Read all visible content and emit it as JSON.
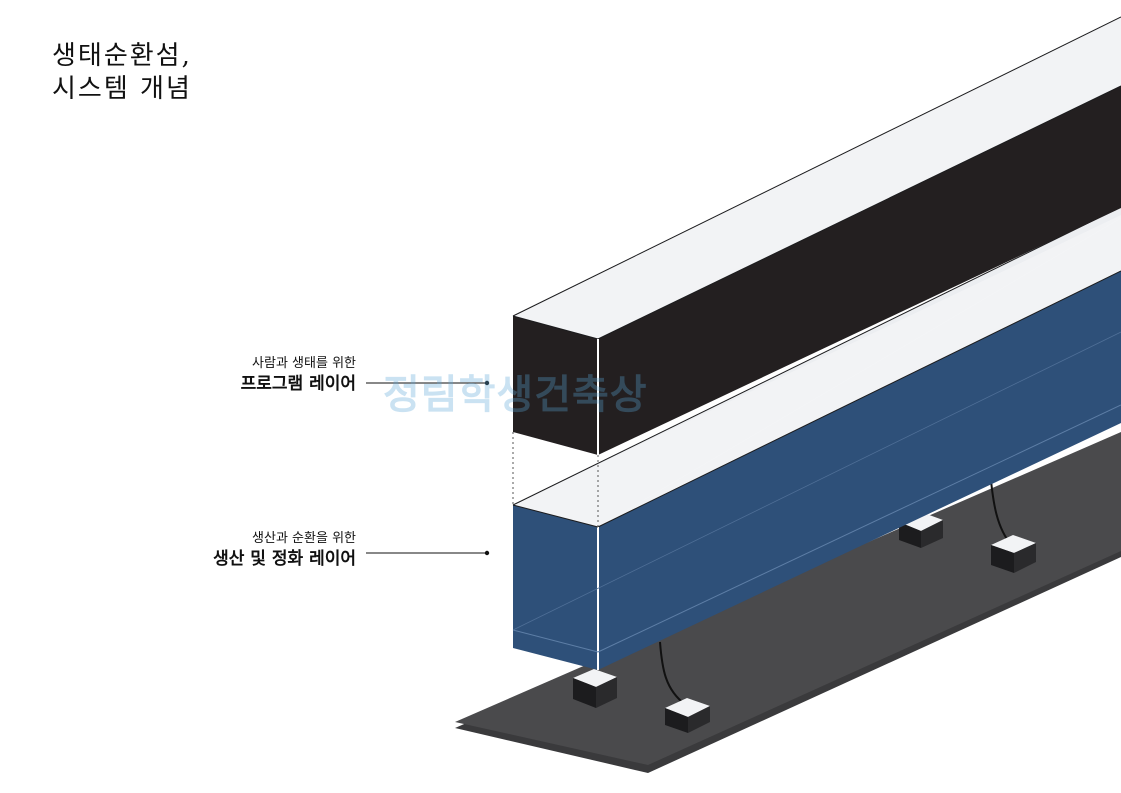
{
  "title": {
    "line1": "생태순환섬,",
    "line2": "시스템 개념"
  },
  "layers": [
    {
      "id": "program",
      "sub": "사람과 생태를 위한",
      "main": "프로그램 레이어",
      "color": "#231f20"
    },
    {
      "id": "production",
      "sub": "생산과 순환을 위한",
      "main": "생산 및 정화 레이어",
      "color": "#2e5079"
    }
  ],
  "watermark": "정림학생건축상",
  "colors": {
    "base_plate": "#4a4a4c",
    "box_top": "#f2f3f5",
    "black_layer": "#231f20",
    "blue_layer": "#2e5079"
  }
}
